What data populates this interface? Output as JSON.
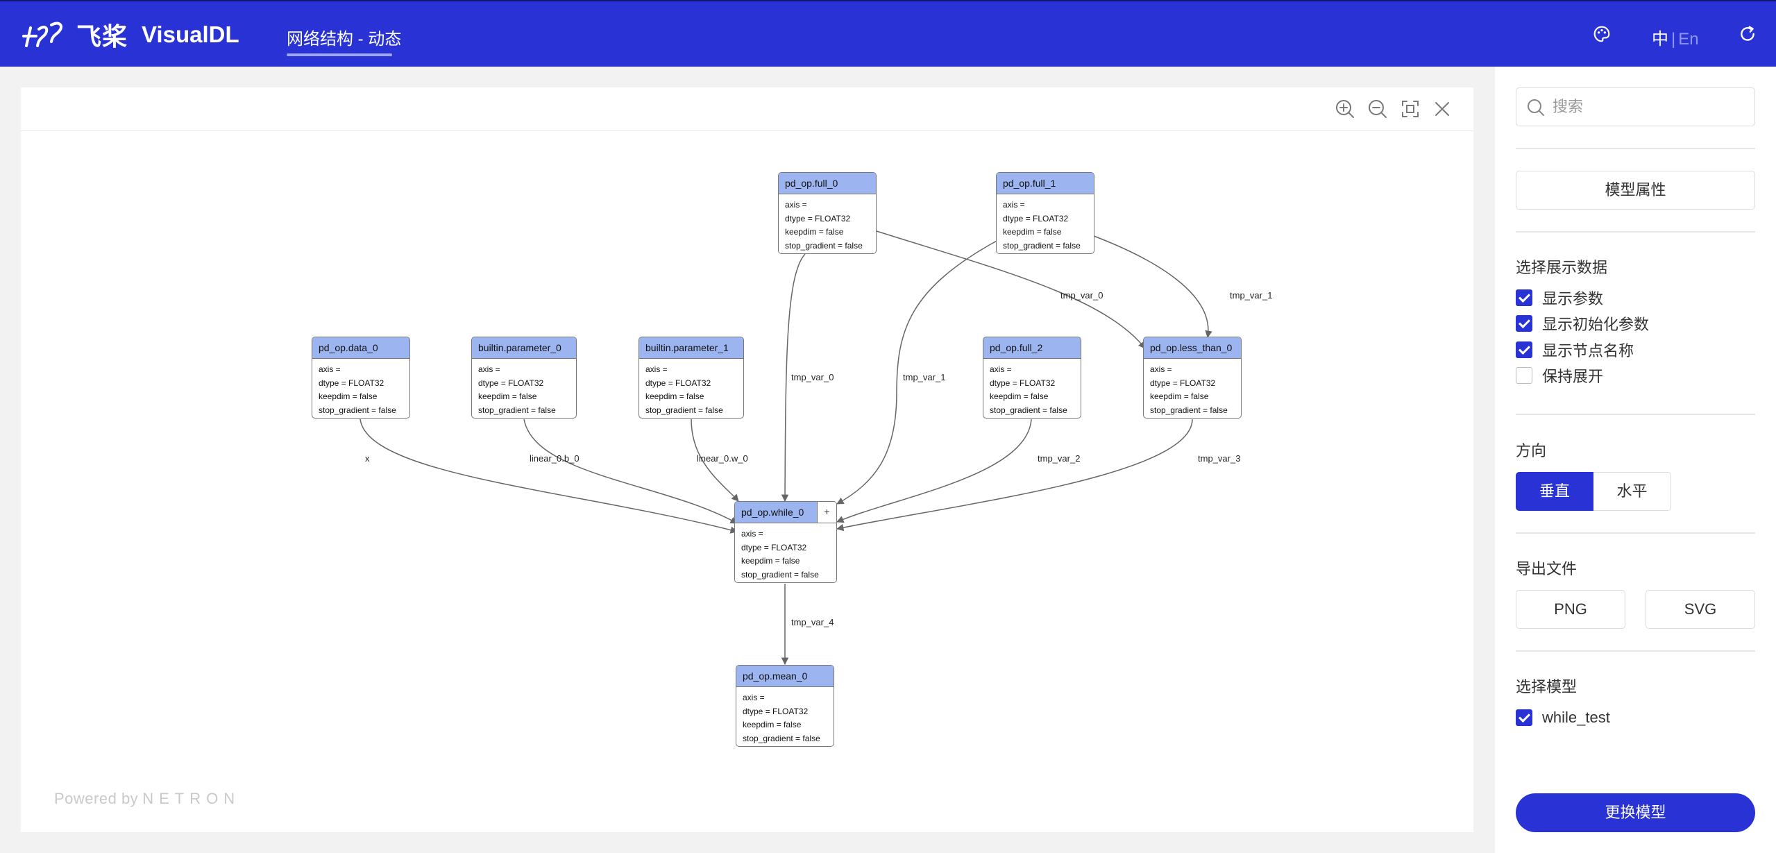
{
  "header": {
    "logo_cn": "飞桨",
    "logo_en": "VisualDL",
    "nav_tab": "网络结构 - 动态",
    "lang_active": "中",
    "lang_sep": "|",
    "lang_inactive": "En",
    "icons": [
      "palette-icon",
      "refresh-icon"
    ]
  },
  "toolbar": {
    "icons": [
      "zoom-in-icon",
      "zoom-out-icon",
      "fit-screen-icon",
      "close-icon"
    ]
  },
  "graph": {
    "nodes": [
      {
        "id": "full_0",
        "title": "pd_op.full_0",
        "attrs": [
          "axis =",
          "dtype = FLOAT32",
          "keepdim = false",
          "stop_gradient = false"
        ]
      },
      {
        "id": "full_1",
        "title": "pd_op.full_1",
        "attrs": [
          "axis =",
          "dtype = FLOAT32",
          "keepdim = false",
          "stop_gradient = false"
        ]
      },
      {
        "id": "data_0",
        "title": "pd_op.data_0",
        "attrs": [
          "axis =",
          "dtype = FLOAT32",
          "keepdim = false",
          "stop_gradient = false"
        ]
      },
      {
        "id": "param_0",
        "title": "builtin.parameter_0",
        "attrs": [
          "axis =",
          "dtype = FLOAT32",
          "keepdim = false",
          "stop_gradient = false"
        ]
      },
      {
        "id": "param_1",
        "title": "builtin.parameter_1",
        "attrs": [
          "axis =",
          "dtype = FLOAT32",
          "keepdim = false",
          "stop_gradient = false"
        ]
      },
      {
        "id": "full_2",
        "title": "pd_op.full_2",
        "attrs": [
          "axis =",
          "dtype = FLOAT32",
          "keepdim = false",
          "stop_gradient = false"
        ]
      },
      {
        "id": "less_than_0",
        "title": "pd_op.less_than_0",
        "attrs": [
          "axis =",
          "dtype = FLOAT32",
          "keepdim = false",
          "stop_gradient = false"
        ]
      },
      {
        "id": "while_0",
        "title": "pd_op.while_0",
        "expand": "+",
        "attrs": [
          "axis =",
          "dtype = FLOAT32",
          "keepdim = false",
          "stop_gradient = false"
        ]
      },
      {
        "id": "mean_0",
        "title": "pd_op.mean_0",
        "attrs": [
          "axis =",
          "dtype = FLOAT32",
          "keepdim = false",
          "stop_gradient = false"
        ]
      }
    ],
    "edges": [
      {
        "from": "full_0",
        "to": "while_0",
        "label": "tmp_var_0"
      },
      {
        "from": "full_0",
        "to": "less_than_0",
        "label": "tmp_var_0"
      },
      {
        "from": "full_1",
        "to": "while_0",
        "label": "tmp_var_1"
      },
      {
        "from": "full_1",
        "to": "less_than_0",
        "label": "tmp_var_1"
      },
      {
        "from": "data_0",
        "to": "while_0",
        "label": "x"
      },
      {
        "from": "param_0",
        "to": "while_0",
        "label": "linear_0.b_0"
      },
      {
        "from": "param_1",
        "to": "while_0",
        "label": "linear_0.w_0"
      },
      {
        "from": "full_2",
        "to": "while_0",
        "label": "tmp_var_2"
      },
      {
        "from": "less_than_0",
        "to": "while_0",
        "label": "tmp_var_3"
      },
      {
        "from": "while_0",
        "to": "mean_0",
        "label": "tmp_var_4"
      }
    ]
  },
  "powered": {
    "prefix": "Powered by",
    "brand": "NETRON"
  },
  "panel": {
    "search_placeholder": "搜索",
    "model_props_button": "模型属性",
    "display_title": "选择展示数据",
    "display_options": [
      {
        "label": "显示参数",
        "checked": true
      },
      {
        "label": "显示初始化参数",
        "checked": true
      },
      {
        "label": "显示节点名称",
        "checked": true
      },
      {
        "label": "保持展开",
        "checked": false
      }
    ],
    "direction_title": "方向",
    "direction_options": [
      "垂直",
      "水平"
    ],
    "direction_selected": "垂直",
    "export_title": "导出文件",
    "export_png": "PNG",
    "export_svg": "SVG",
    "model_title": "选择模型",
    "models": [
      {
        "label": "while_test",
        "checked": true
      }
    ],
    "change_model_button": "更换模型"
  },
  "colors": {
    "brand": "#2932d5",
    "node_header": "#9cb4ef"
  }
}
